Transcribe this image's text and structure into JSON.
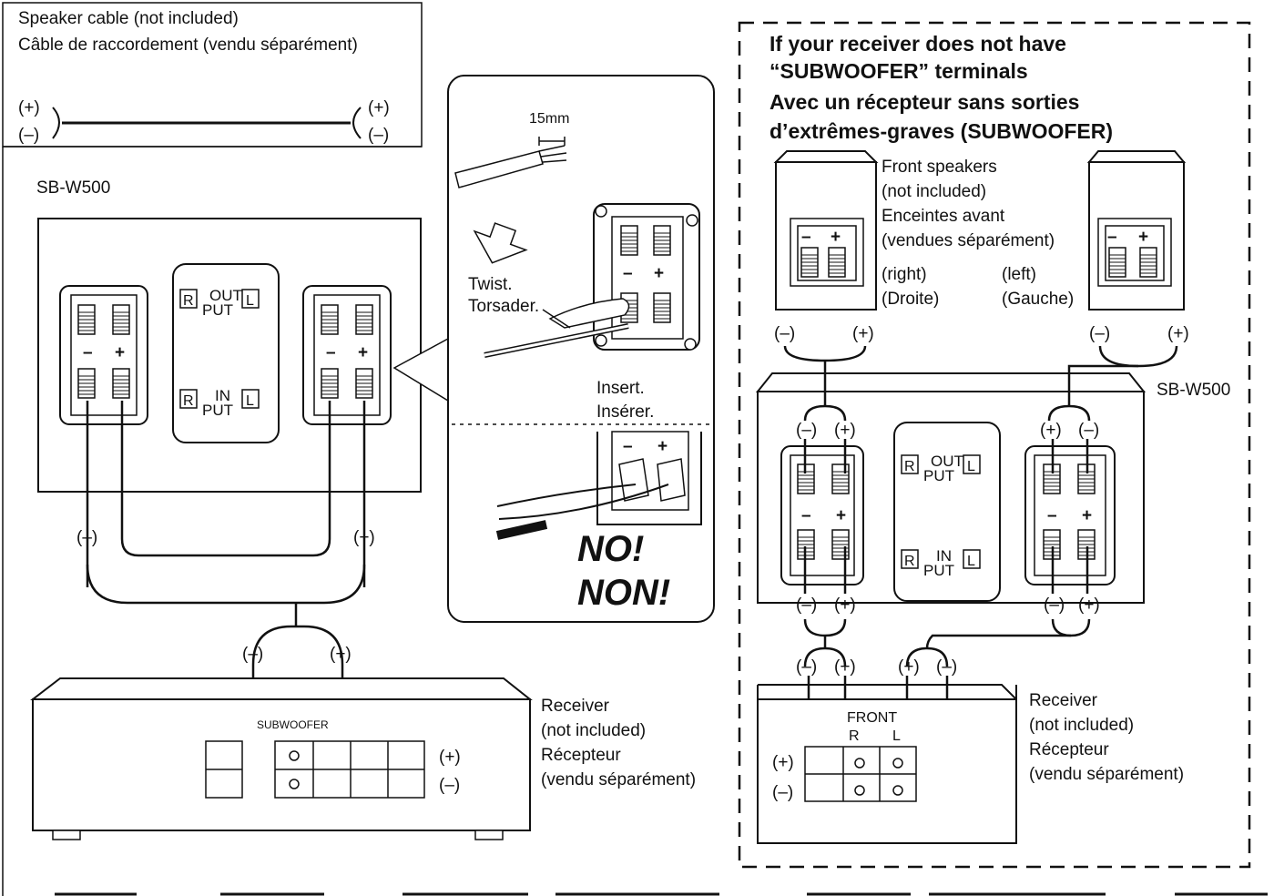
{
  "cable_box": {
    "line1": "Speaker cable (not included)",
    "line2": "Câble de raccordement (vendu séparément)",
    "plus_left": "(+)",
    "minus_left": "(–)",
    "plus_right": "(+)",
    "minus_right": "(–)"
  },
  "left_panel": {
    "model": "SB-W500",
    "out_r": "R",
    "out_word_top": "OUT",
    "out_word_bottom": "PUT",
    "out_l": "L",
    "in_r": "R",
    "in_word_top": "IN",
    "in_word_bottom": "PUT",
    "in_l": "L",
    "minus_sign": "–",
    "plus_sign": "+",
    "minus_label": "(–)",
    "plus_label": "(+)",
    "recv_minus": "(–)",
    "recv_plus": "(+)",
    "subwoofer": "SUBWOOFER",
    "side_plus": "(+)",
    "side_minus": "(–)",
    "receiver_line1": "Receiver",
    "receiver_line2": "(not included)",
    "receiver_line3": "Récepteur",
    "receiver_line4": "(vendu séparément)"
  },
  "detail": {
    "length": "15mm",
    "twist1": "Twist.",
    "twist2": "Torsader.",
    "insert1": "Insert.",
    "insert2": "Insérer.",
    "minus": "–",
    "plus": "+",
    "no1": "NO!",
    "no2": "NON!"
  },
  "right_panel": {
    "title1": "If your receiver does not have",
    "title2": "“SUBWOOFER” terminals",
    "title3": "Avec un récepteur sans sorties",
    "title4": "d’extrêmes-graves (SUBWOOFER)",
    "front1": "Front speakers",
    "front2": "(not included)",
    "front3": "Enceintes avant",
    "front4": "(vendues séparément)",
    "right_en": "(right)",
    "right_fr": "(Droite)",
    "left_en": "(left)",
    "left_fr": "(Gauche)",
    "model": "SB-W500",
    "minus": "(–)",
    "plus": "(+)",
    "front_label": "FRONT",
    "r": "R",
    "l": "L",
    "side_plus": "(+)",
    "side_minus": "(–)",
    "receiver_line1": "Receiver",
    "receiver_line2": "(not included)",
    "receiver_line3": "Récepteur",
    "receiver_line4": "(vendu séparément)",
    "out_r": "R",
    "out_top": "OUT",
    "out_bottom": "PUT",
    "out_l": "L",
    "in_r": "R",
    "in_top": "IN",
    "in_bottom": "PUT",
    "in_l": "L",
    "sign_minus": "–",
    "sign_plus": "+"
  }
}
